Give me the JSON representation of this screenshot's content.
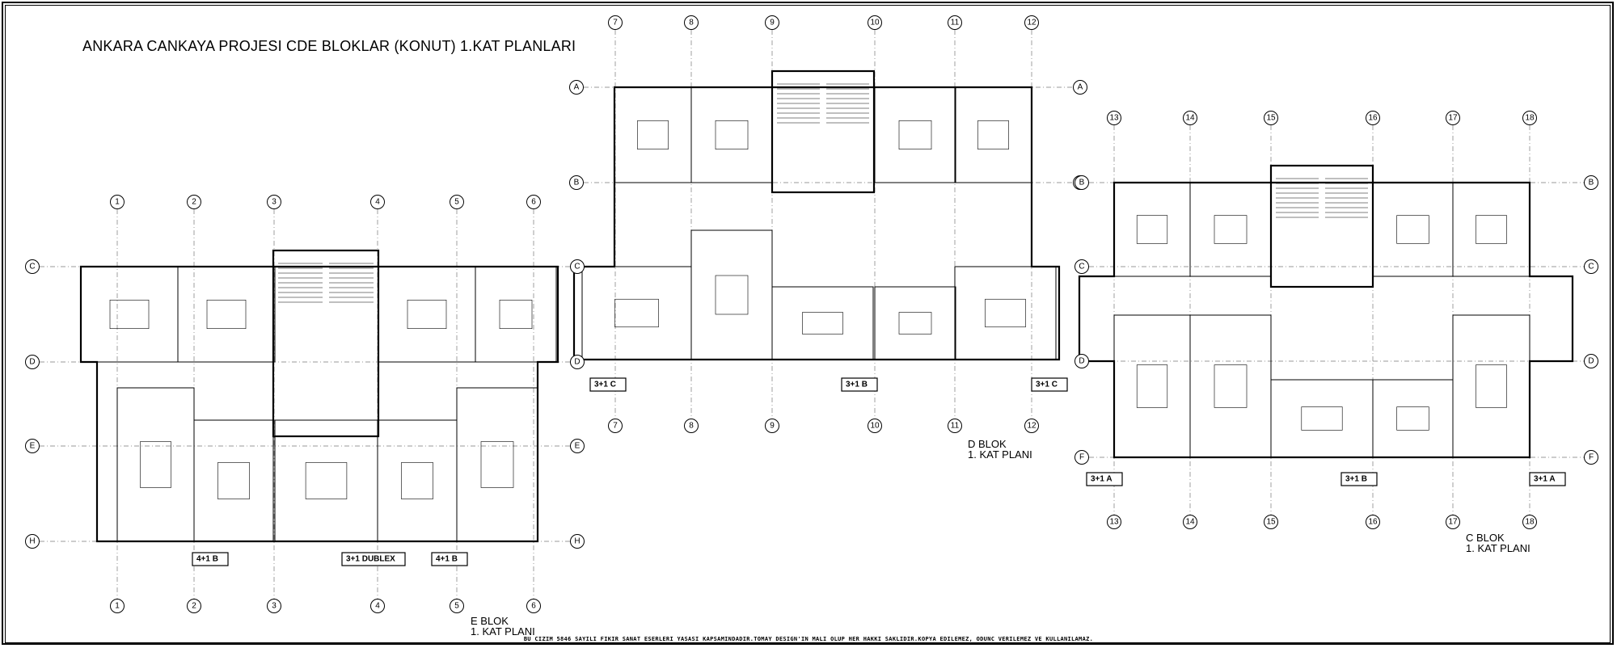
{
  "title": "ANKARA CANKAYA PROJESI CDE BLOKLAR (KONUT) 1.KAT PLANLARI",
  "footer": "BU CIZIM 5846 SAYILI FIKIR SANAT ESERLERI YASASI KAPSAMINDADIR.TOMAY DESIGN'IN MALI OLUP HER HAKKI SAKLIDIR.KOPYA EDILEMEZ, ODUNC VERILEMEZ VE KULLANILAMAZ.",
  "blocks": [
    {
      "id": "e",
      "name": "E BLOK",
      "subtitle": "1. KAT PLANI",
      "column_axes": [
        "1",
        "2",
        "3",
        "4",
        "5",
        "6"
      ],
      "row_axes": [
        "C",
        "D",
        "E",
        "H"
      ],
      "unit_tags": [
        "4+1 B",
        "3+1 DUBLEX",
        "4+1 B"
      ]
    },
    {
      "id": "d",
      "name": "D BLOK",
      "subtitle": "1. KAT PLANI",
      "column_axes": [
        "7",
        "8",
        "9",
        "10",
        "11",
        "12"
      ],
      "row_axes": [
        "A",
        "B"
      ],
      "unit_tags": [
        "3+1 C",
        "3+1 B",
        "3+1 C"
      ]
    },
    {
      "id": "c",
      "name": "C BLOK",
      "subtitle": "1. KAT PLANI",
      "column_axes": [
        "13",
        "14",
        "15",
        "16",
        "17",
        "18"
      ],
      "row_axes": [
        "B",
        "C",
        "D",
        "F"
      ],
      "unit_tags": [
        "3+1 A",
        "3+1 B",
        "3+1 A"
      ]
    }
  ]
}
